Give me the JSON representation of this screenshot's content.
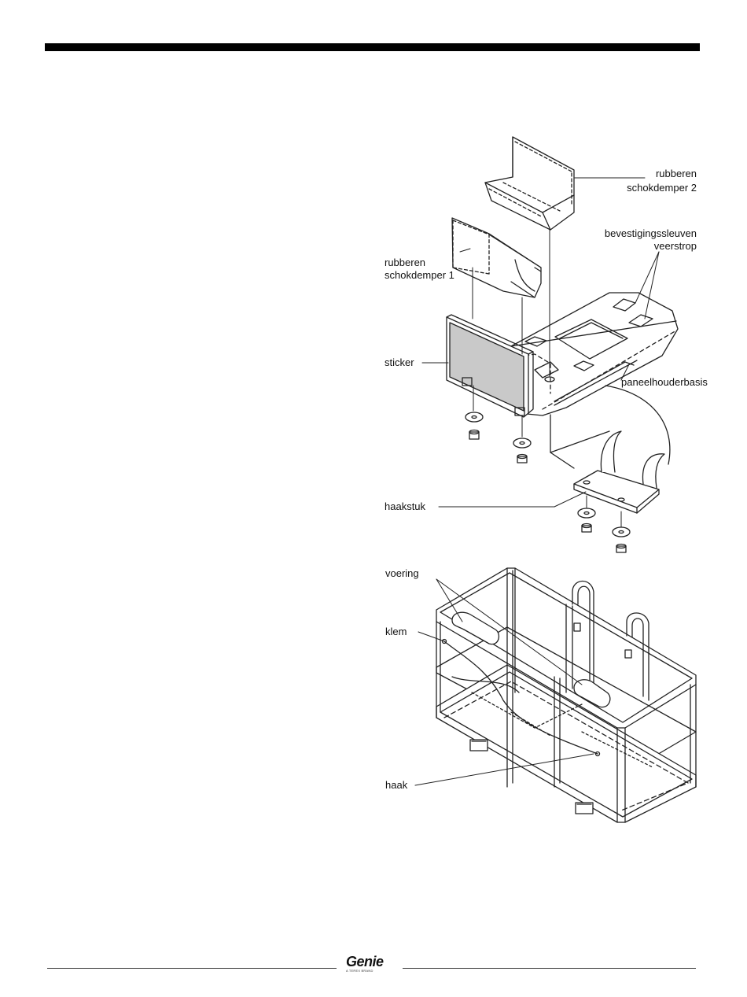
{
  "labels": {
    "rubber_bumper_2_line1": "rubberen",
    "rubber_bumper_2_line2": "schokdemper  2",
    "mounting_slots_line1": "bevestigingssleuven",
    "mounting_slots_line2": "veerstrop",
    "rubber_bumper_1_line1": "rubberen",
    "rubber_bumper_1_line2": "schokdemper  1",
    "sticker": "sticker",
    "panel_holder_base": "paneelhouderbasis",
    "hook_piece": "haakstuk",
    "liner": "voering",
    "clamp": "klem",
    "hook": "haak"
  },
  "footer": {
    "logo_text": "Genie",
    "logo_tagline": "A TEREX BRAND"
  }
}
